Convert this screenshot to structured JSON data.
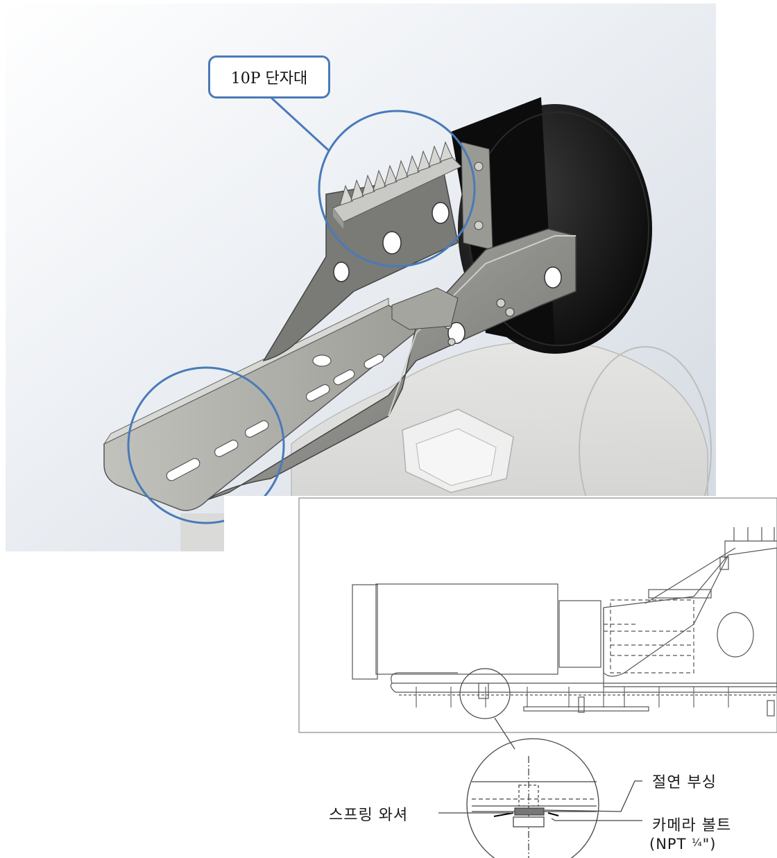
{
  "callouts": {
    "terminal_block": "10P 단자대"
  },
  "detail_labels": {
    "insulation_bushing": "절연 부싱",
    "spring_washer": "스프링 와셔",
    "camera_bolt": "카메라 볼트",
    "npt_open": "(NPT ",
    "npt_fraction": "¼",
    "npt_close": "\")"
  },
  "colors": {
    "callout_blue": "#4a7ab8",
    "bracket_steel": "#8e8e8a",
    "housing_black": "#111111",
    "line_drawing": "#555555"
  }
}
